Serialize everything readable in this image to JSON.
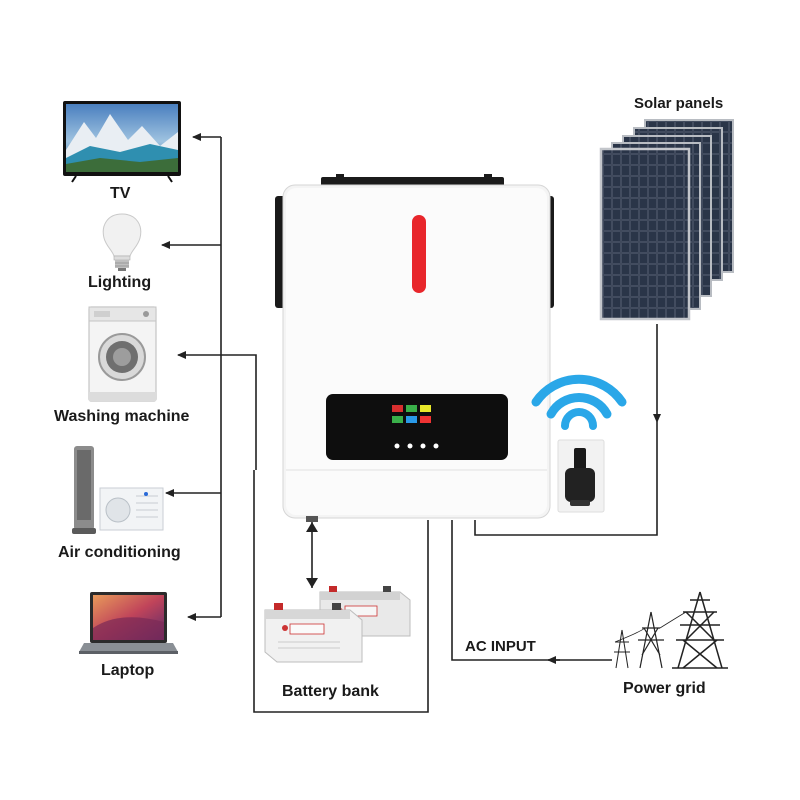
{
  "labels": {
    "tv": "TV",
    "lighting": "Lighting",
    "washing_machine": "Washing machine",
    "air_conditioning": "Air conditioning",
    "laptop": "Laptop",
    "solar_panels": "Solar panels",
    "battery_bank": "Battery bank",
    "ac_input": "AC INPUT",
    "power_grid": "Power grid"
  },
  "colors": {
    "inverter_body": "#f4f4f4",
    "inverter_indicator": "#e8262b",
    "display": "#111111",
    "wifi": "#2aa7e8",
    "line": "#222222",
    "panel": "#1f2a3a"
  },
  "icons": {
    "tv": "tv-icon",
    "lighting": "light-bulb-icon",
    "washing_machine": "washing-machine-icon",
    "air_conditioning": "air-conditioner-icon",
    "laptop": "laptop-icon",
    "solar_panels": "solar-panel-icon",
    "wifi": "wifi-icon",
    "battery_bank": "battery-icon",
    "power_grid": "power-tower-icon"
  }
}
